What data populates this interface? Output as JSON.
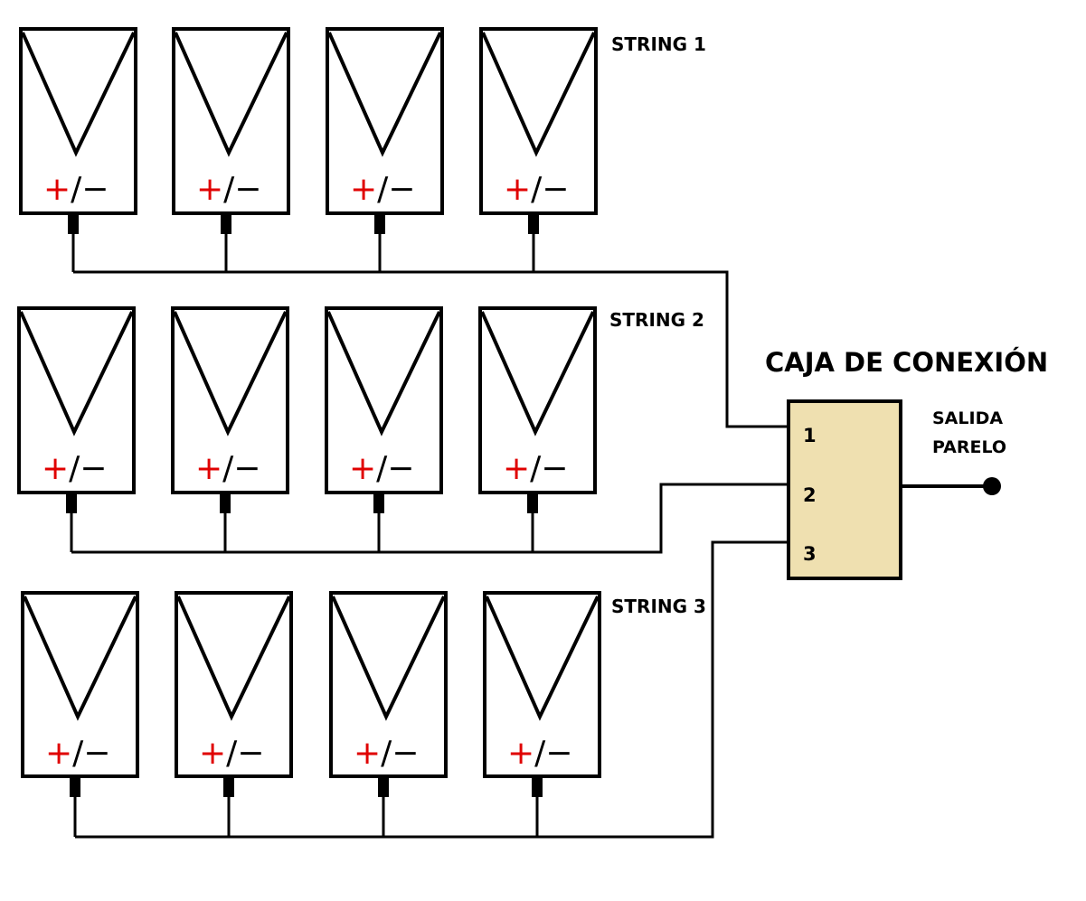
{
  "strings": [
    {
      "label": "STRING 1",
      "panel_count": 4,
      "terminal_sign": {
        "plus": "+",
        "rest": "/−"
      }
    },
    {
      "label": "STRING 2",
      "panel_count": 4,
      "terminal_sign": {
        "plus": "+",
        "rest": "/−"
      }
    },
    {
      "label": "STRING 3",
      "panel_count": 4,
      "terminal_sign": {
        "plus": "+",
        "rest": "/−"
      }
    }
  ],
  "junction_box": {
    "title": "CAJA DE CONEXIÓN",
    "inputs": [
      "1",
      "2",
      "3"
    ],
    "fill_color": "#efe0b0"
  },
  "output": {
    "label_line1": "SALIDA",
    "label_line2": "PARELO"
  },
  "colors": {
    "plus_sign": "#e00000",
    "line": "#000000"
  }
}
